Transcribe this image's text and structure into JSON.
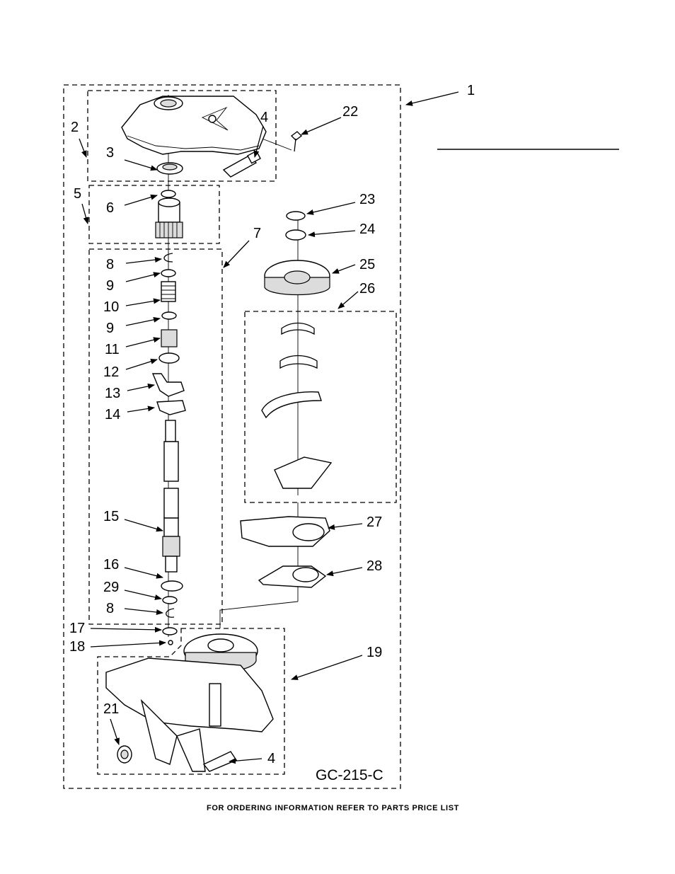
{
  "diagram_code": "GC-215-C",
  "footer_note": "FOR ORDERING INFORMATION REFER TO PARTS PRICE LIST",
  "callouts": {
    "c1": "1",
    "c2": "2",
    "c3": "3",
    "c4a": "4",
    "c5": "5",
    "c6": "6",
    "c7": "7",
    "c8a": "8",
    "c9a": "9",
    "c10": "10",
    "c9b": "9",
    "c11": "11",
    "c12": "12",
    "c13": "13",
    "c14": "14",
    "c15": "15",
    "c16": "16",
    "c29": "29",
    "c8b": "8",
    "c17": "17",
    "c18": "18",
    "c19": "19",
    "c21": "21",
    "c4b": "4",
    "c22": "22",
    "c23": "23",
    "c24": "24",
    "c25": "25",
    "c26": "26",
    "c27": "27",
    "c28": "28"
  }
}
